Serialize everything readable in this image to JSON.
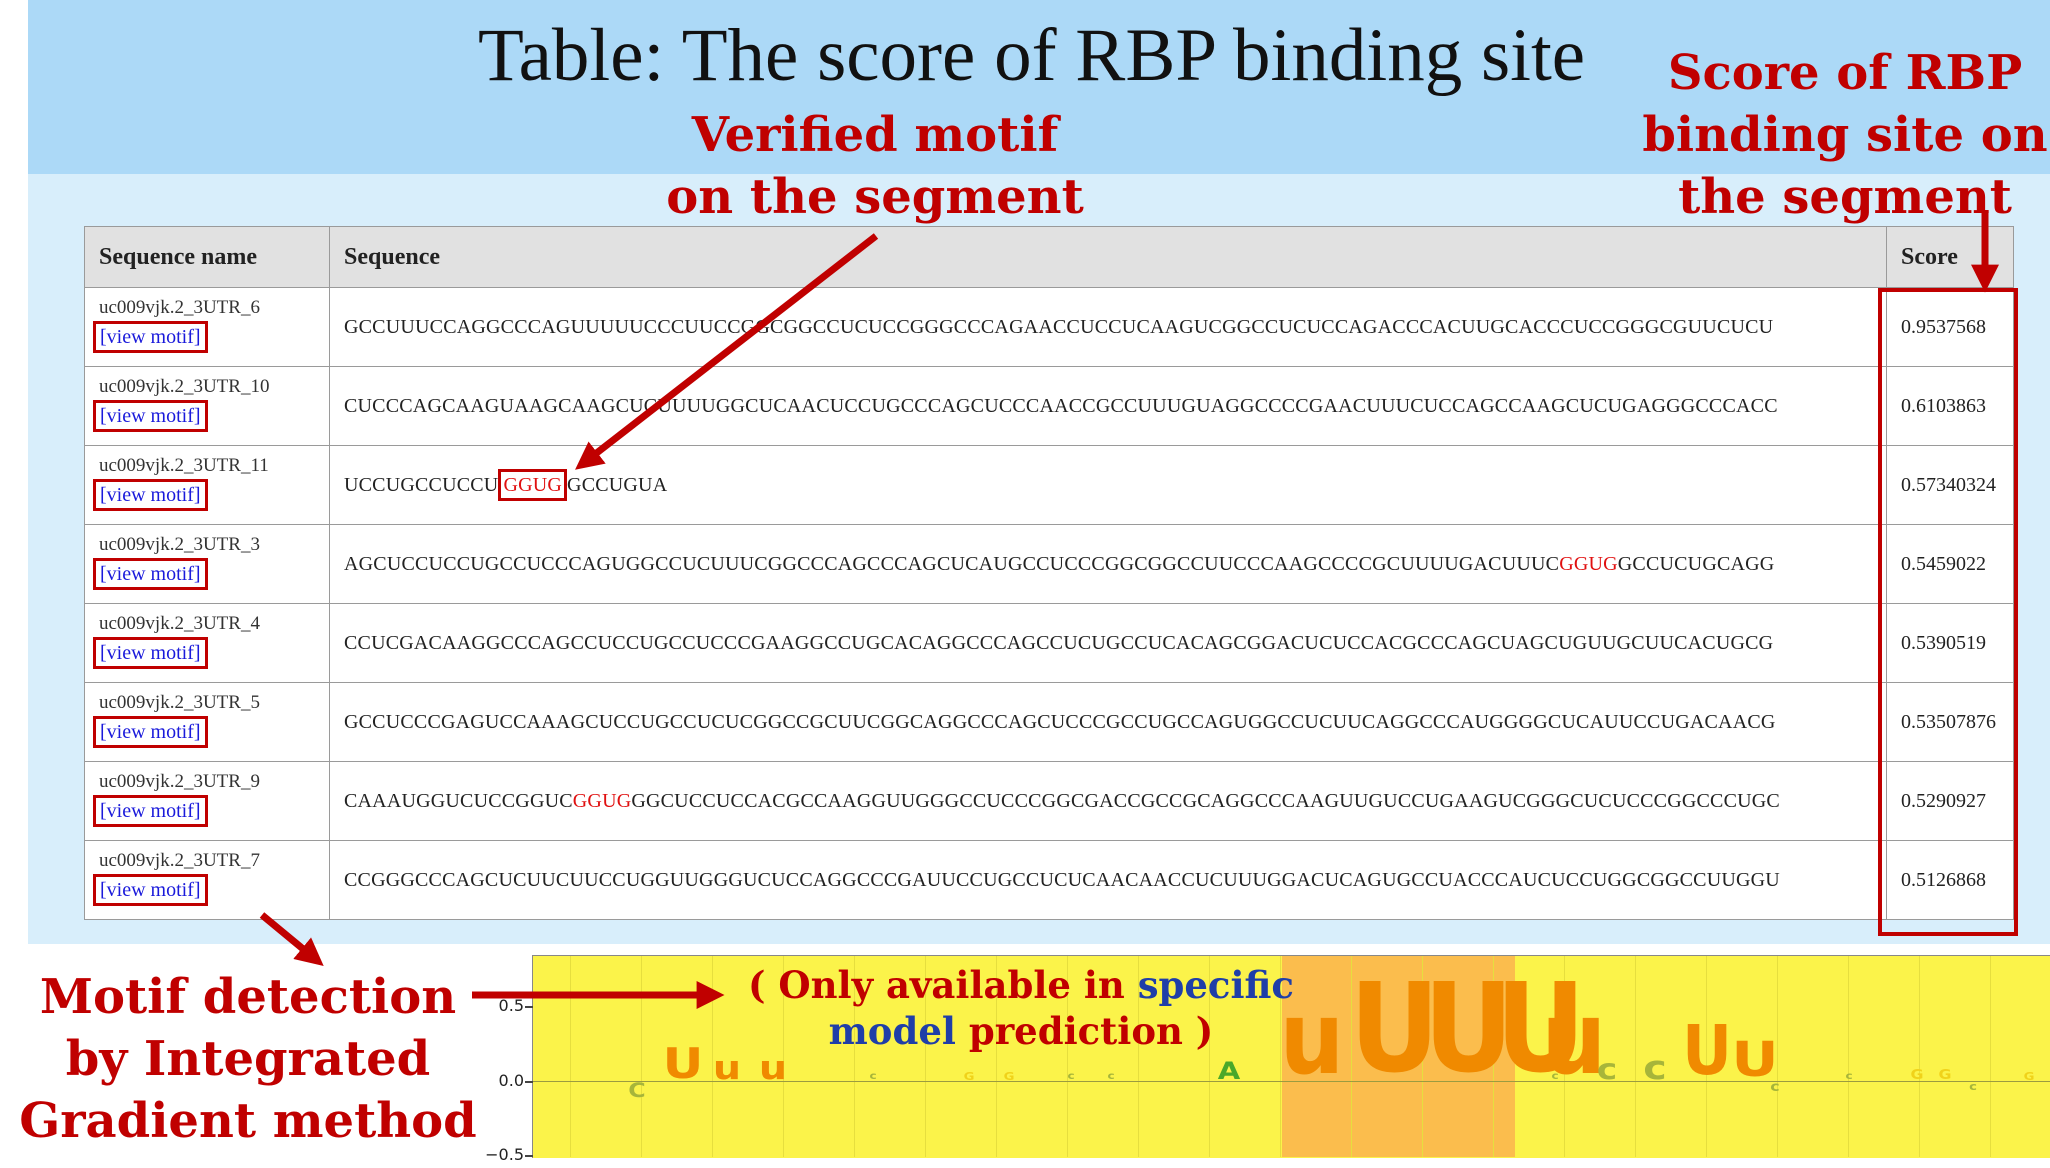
{
  "slide": {
    "title": "Table: The score of RBP binding site"
  },
  "annotations": {
    "verified_motif": [
      "Verified motif",
      "on the segment"
    ],
    "score_note": [
      "Score of RBP",
      "binding site on",
      "the segment"
    ],
    "motif_detection": [
      "Motif detection",
      "by Integrated",
      "Gradient method"
    ],
    "only_available": {
      "p1": "( Only available in ",
      "p2": "specific",
      "p3": "model",
      "p4": " prediction )"
    }
  },
  "table": {
    "headers": [
      "Sequence name",
      "Sequence",
      "Score"
    ],
    "link_label": "[view motif]",
    "rows": [
      {
        "name": "uc009vjk.2_3UTR_6",
        "seq_pre": "GCCUUUCCAGGCCCAGUUUUUCCCUUCCGGCGGCCUCUCCGGGCCCAGAACCUCCUCAAGUCGGCCUCUCCAGACCCACUUGCACCCUCCGGGCGUUCUCU",
        "motif": "",
        "seq_post": "",
        "score": "0.9537568"
      },
      {
        "name": "uc009vjk.2_3UTR_10",
        "seq_pre": "CUCCCAGCAAGUAAGCAAGCUCUUUUGGCUCAACUCCUGCCCAGCUCCCAACCGCCUUUGUAGGCCCCGAACUUUCUCCAGCCAAGCUCUGAGGGCCCACC",
        "motif": "",
        "seq_post": "",
        "score": "0.6103863"
      },
      {
        "name": "uc009vjk.2_3UTR_11",
        "seq_pre": "UCCUGCCUCCU",
        "motif": "GGUG",
        "seq_post": "GCCUGUA",
        "score": "0.57340324"
      },
      {
        "name": "uc009vjk.2_3UTR_3",
        "seq_pre": "AGCUCCUCCUGCCUCCCAGUGGCCUCUUUCGGCCCAGCCCAGCUCAUGCCUCCCGGCGGCCUUCCCAAGCCCCGCUUUUGACUUUC",
        "motif": "GGUG",
        "seq_post": "GCCUCUGCAGG",
        "score": "0.5459022"
      },
      {
        "name": "uc009vjk.2_3UTR_4",
        "seq_pre": "CCUCGACAAGGCCCAGCCUCCUGCCUCCCGAAGGCCUGCACAGGCCCAGCCUCUGCCUCACAGCGGACUCUCCACGCCCAGCUAGCUGUUGCUUCACUGCG",
        "motif": "",
        "seq_post": "",
        "score": "0.5390519"
      },
      {
        "name": "uc009vjk.2_3UTR_5",
        "seq_pre": "GCCUCCCGAGUCCAAAGCUCCUGCCUCUCGGCCGCUUCGGCAGGCCCAGCUCCCGCCUGCCAGUGGCCUCUUCAGGCCCAUGGGGCUCAUUCCUGACAACG",
        "motif": "",
        "seq_post": "",
        "score": "0.53507876"
      },
      {
        "name": "uc009vjk.2_3UTR_9",
        "seq_pre": "CAAAUGGUCUCCGGUC",
        "motif": "GGUG",
        "seq_post": "GGCUCCUCCACGCCAAGGUUGGGCCUCCCGGCGACCGCCGCAGGCCCAAGUUGUCCUGAAGUCGGGCUCUCCCGGCCCUGC",
        "score": "0.5290927"
      },
      {
        "name": "uc009vjk.2_3UTR_7",
        "seq_pre": "CCGGGCCCAGCUCUUCUUCCUGGUUGGGUCUCCAGGCCCGAUUCCUGCCUCUCAACAACCUCUUUGGACUCAGUGCCUACCCAUCUCCUGGCGGCCUUGGU",
        "motif": "",
        "seq_post": "",
        "score": "0.5126868"
      }
    ]
  },
  "logo_plot": {
    "yticks": [
      "0.5",
      "0.0",
      "−0.5"
    ],
    "letters": [
      "C",
      "U",
      "u",
      "u",
      "c",
      "G",
      "G",
      "c",
      "c",
      "A",
      "u",
      "U",
      "U",
      "U",
      "u",
      "c",
      "c",
      "c",
      "U",
      "U",
      "c",
      "c",
      "G",
      "G",
      "c",
      "G"
    ],
    "colors": {
      "background": "#fbf34a",
      "highlight": "#fbbd4d",
      "U": "#f08a00",
      "C": "#a7b53a",
      "G": "#f0d21a",
      "A": "#4aa82a"
    }
  }
}
